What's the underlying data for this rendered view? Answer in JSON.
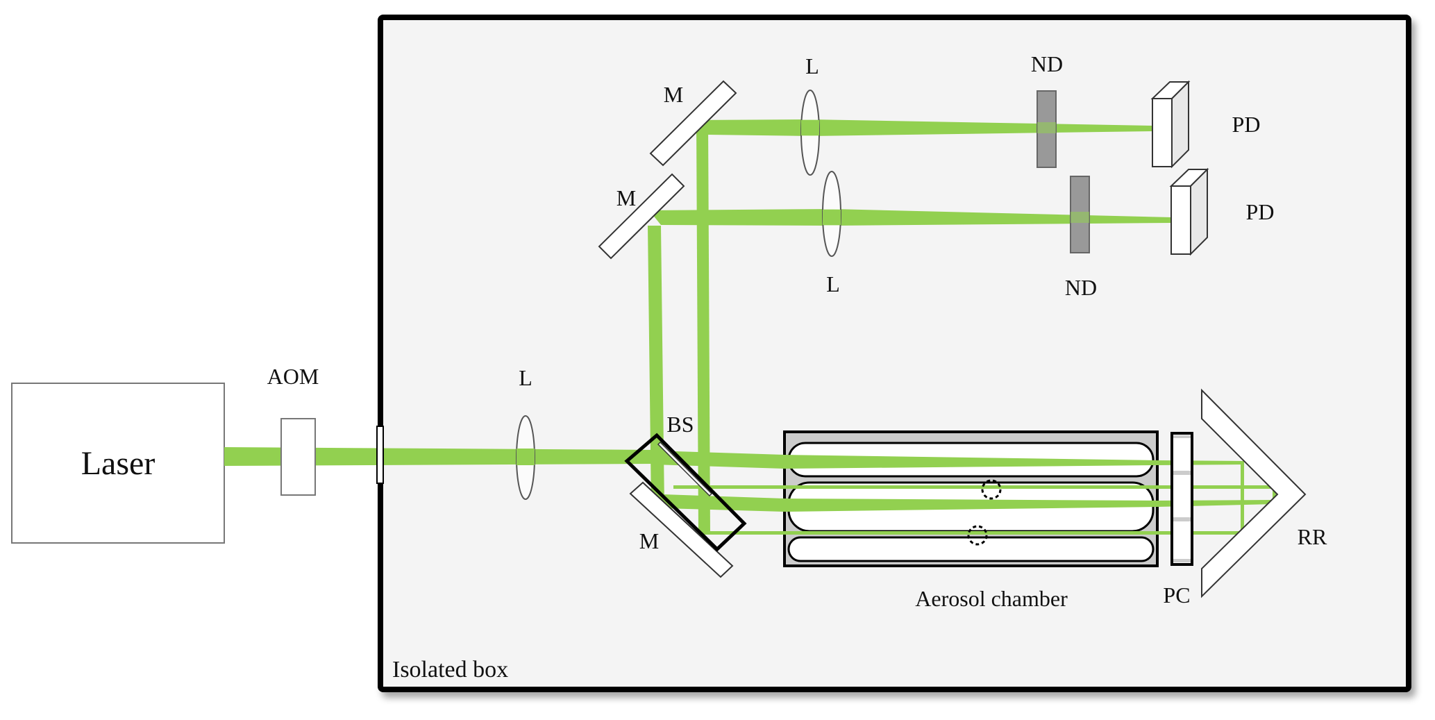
{
  "diagram": {
    "title": "Optical setup with aerosol chamber",
    "colors": {
      "beam": "#92D050",
      "box_fill": "#F4F4F4",
      "nd_filter": "#999999",
      "chamber_fill": "#CCCCCC",
      "outline": "#000000"
    },
    "labels": {
      "laser": "Laser",
      "aom": "AOM",
      "isolated_box": "Isolated box",
      "lens_main": "L",
      "lens_top": "L",
      "lens_bottom": "L",
      "mirror_top": "M",
      "mirror_middle": "M",
      "mirror_bottom": "M",
      "beam_splitter": "BS",
      "nd_top": "ND",
      "nd_bottom": "ND",
      "pd_top": "PD",
      "pd_bottom": "PD",
      "aerosol_chamber": "Aerosol chamber",
      "pc": "PC",
      "rr": "RR"
    }
  }
}
